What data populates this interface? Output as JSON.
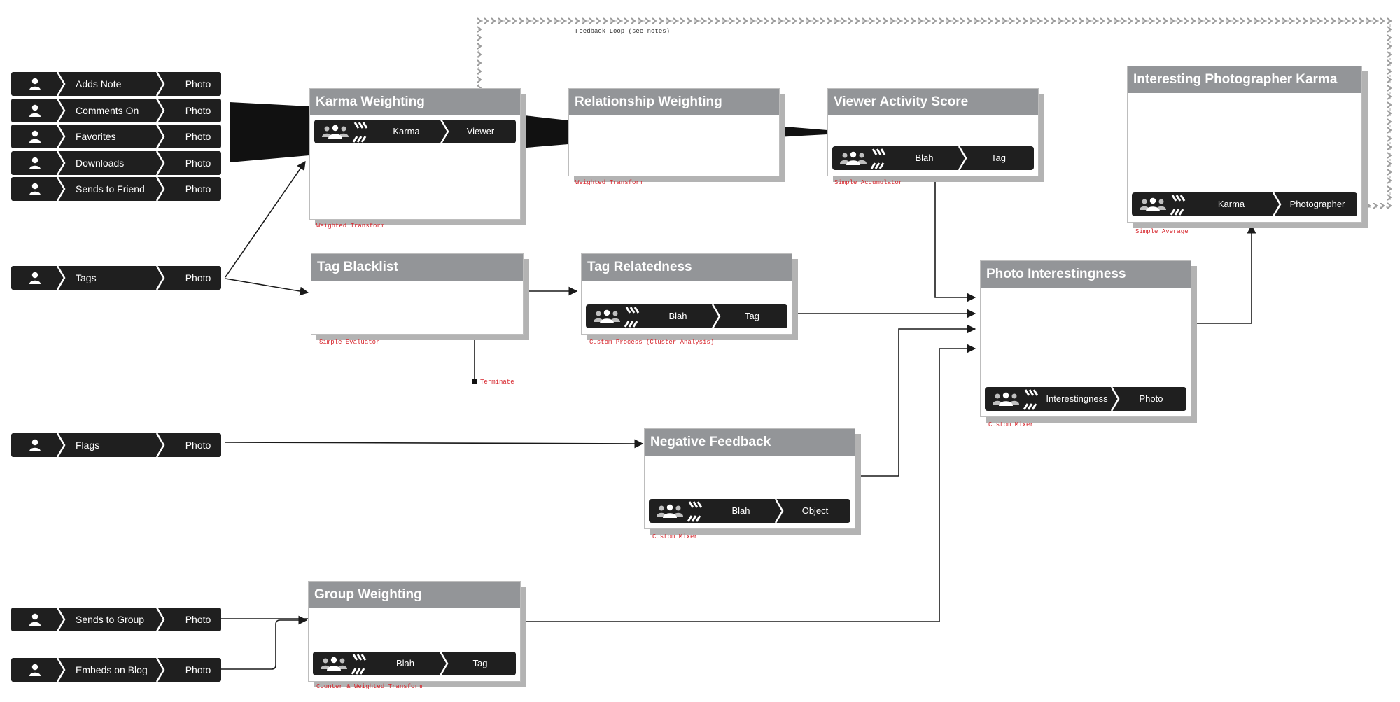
{
  "feedback_loop_label": "Feedback Loop (see notes)",
  "terminate_label": "Terminate",
  "inputs": [
    {
      "action": "Adds Note",
      "object": "Photo",
      "icon": "user-icon"
    },
    {
      "action": "Comments On",
      "object": "Photo",
      "icon": "user-icon"
    },
    {
      "action": "Favorites",
      "object": "Photo",
      "icon": "user-icon"
    },
    {
      "action": "Downloads",
      "object": "Photo",
      "icon": "user-icon"
    },
    {
      "action": "Sends to Friend",
      "object": "Photo",
      "icon": "user-icon"
    },
    {
      "action": "Tags",
      "object": "Photo",
      "icon": "user-icon"
    },
    {
      "action": "Flags",
      "object": "Photo",
      "icon": "user-icon"
    },
    {
      "action": "Sends to Group",
      "object": "Photo",
      "icon": "user-icon"
    },
    {
      "action": "Embeds on Blog",
      "object": "Photo",
      "icon": "user-icon"
    }
  ],
  "nodes": {
    "karma_weighting": {
      "title": "Karma Weighting",
      "caption": "Weighted Transform",
      "output": {
        "left": "Karma",
        "right": "Viewer"
      }
    },
    "relationship_weighting": {
      "title": "Relationship Weighting",
      "caption": "Weighted Transform"
    },
    "viewer_activity_score": {
      "title": "Viewer Activity Score",
      "caption": "Simple Accumulator",
      "output": {
        "left": "Blah",
        "right": "Tag"
      }
    },
    "interesting_photographer_karma": {
      "title": "Interesting Photographer Karma",
      "caption": "Simple Average",
      "output": {
        "left": "Karma",
        "right": "Photographer"
      }
    },
    "tag_blacklist": {
      "title": "Tag Blacklist",
      "caption": "Simple Evaluator"
    },
    "tag_relatedness": {
      "title": "Tag Relatedness",
      "caption": "Custom Process (Cluster Analysis)",
      "output": {
        "left": "Blah",
        "right": "Tag"
      }
    },
    "photo_interestingness": {
      "title": "Photo Interestingness",
      "caption": "Custom Mixer",
      "output": {
        "left": "Interestingness",
        "right": "Photo"
      }
    },
    "negative_feedback": {
      "title": "Negative Feedback",
      "caption": "Custom Mixer",
      "output": {
        "left": "Blah",
        "right": "Object"
      }
    },
    "group_weighting": {
      "title": "Group Weighting",
      "caption": "Counter & Weighted Transform",
      "output": {
        "left": "Blah",
        "right": "Tag"
      }
    }
  },
  "colors": {
    "header": "#939598",
    "bar": "#1f1f1f",
    "caption": "#d7262d",
    "wire": "#1a1a1a"
  }
}
